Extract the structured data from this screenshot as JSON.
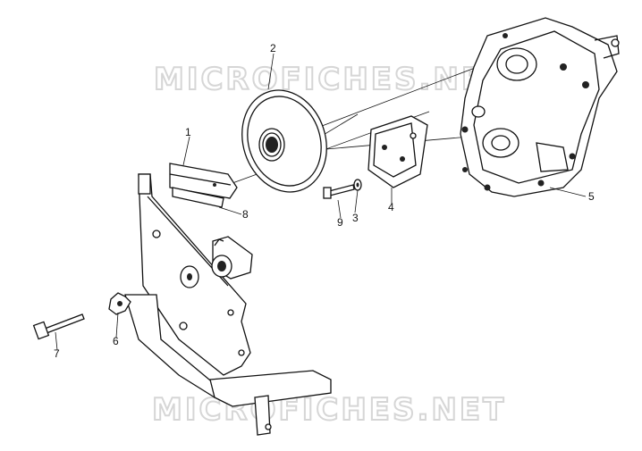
{
  "watermark": {
    "top": "MICROFICHES.NET",
    "bottom": "MICROFICHES.NET"
  },
  "callouts": [
    {
      "id": "1",
      "text": "1"
    },
    {
      "id": "2",
      "text": "2"
    },
    {
      "id": "3",
      "text": "3"
    },
    {
      "id": "4",
      "text": "4"
    },
    {
      "id": "5",
      "text": "5"
    },
    {
      "id": "6",
      "text": "6"
    },
    {
      "id": "7",
      "text": "7"
    },
    {
      "id": "8",
      "text": "8"
    },
    {
      "id": "9",
      "text": "9"
    }
  ]
}
